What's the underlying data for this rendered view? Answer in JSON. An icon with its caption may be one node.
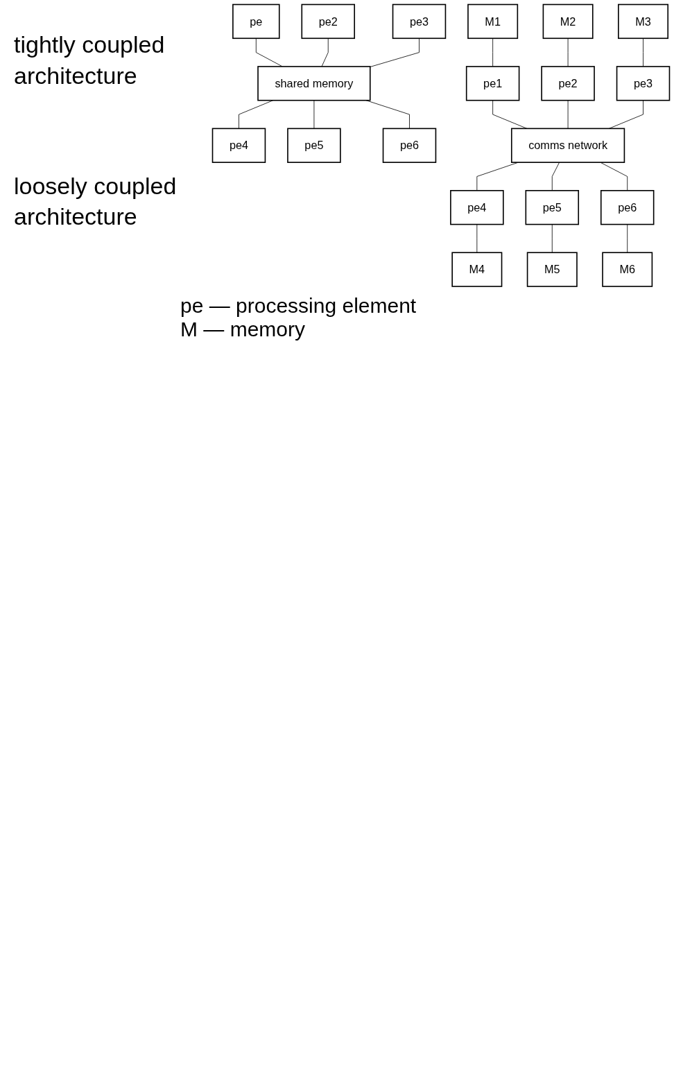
{
  "diagram": {
    "nodes": [
      {
        "text": [
          "pe"
        ]
      },
      {
        "text": [
          "pe2"
        ]
      },
      {
        "text": [
          "pe3"
        ]
      },
      {
        "text": [
          "shared memory"
        ]
      },
      {
        "text": [
          "pe4"
        ]
      },
      {
        "text": [
          "pe5"
        ]
      },
      {
        "text": [
          "pe6"
        ]
      },
      {
        "text": [
          "M1"
        ]
      },
      {
        "text": [
          "M2"
        ]
      },
      {
        "text": [
          "M3"
        ]
      },
      {
        "text": [
          "pe1"
        ]
      },
      {
        "text": [
          "pe2"
        ]
      },
      {
        "text": [
          "pe3"
        ]
      },
      {
        "text": [
          "comms network"
        ]
      },
      {
        "text": [
          "pe4"
        ]
      },
      {
        "text": [
          "pe5"
        ]
      },
      {
        "text": [
          "pe6"
        ]
      },
      {
        "text": [
          "M4"
        ]
      },
      {
        "text": [
          "M5"
        ]
      },
      {
        "text": [
          "M6"
        ]
      }
    ],
    "edges": [
      {
        "from": 0,
        "to": 3,
        "arrow": "none"
      },
      {
        "from": 1,
        "to": 3,
        "arrow": "none"
      },
      {
        "from": 2,
        "to": 3,
        "arrow": "none"
      },
      {
        "from": 3,
        "to": 4,
        "arrow": "none"
      },
      {
        "from": 3,
        "to": 5,
        "arrow": "none"
      },
      {
        "from": 3,
        "to": 6,
        "arrow": "none"
      },
      {
        "from": 7,
        "to": 10,
        "arrow": "none"
      },
      {
        "from": 8,
        "to": 11,
        "arrow": "none"
      },
      {
        "from": 9,
        "to": 12,
        "arrow": "none"
      },
      {
        "from": 10,
        "to": 13,
        "arrow": "none"
      },
      {
        "from": 11,
        "to": 13,
        "arrow": "none"
      },
      {
        "from": 12,
        "to": 13,
        "arrow": "none"
      },
      {
        "from": 13,
        "to": 14,
        "arrow": "none"
      },
      {
        "from": 13,
        "to": 15,
        "arrow": "none"
      },
      {
        "from": 13,
        "to": 16,
        "arrow": "none"
      },
      {
        "from": 14,
        "to": 17,
        "arrow": "none"
      },
      {
        "from": 15,
        "to": 18,
        "arrow": "none"
      },
      {
        "from": 16,
        "to": 19,
        "arrow": "none"
      }
    ],
    "labels": [
      "tightly coupled architecture",
      "loosely coupled architecture",
      "pe — processing element",
      "M — memory"
    ]
  }
}
